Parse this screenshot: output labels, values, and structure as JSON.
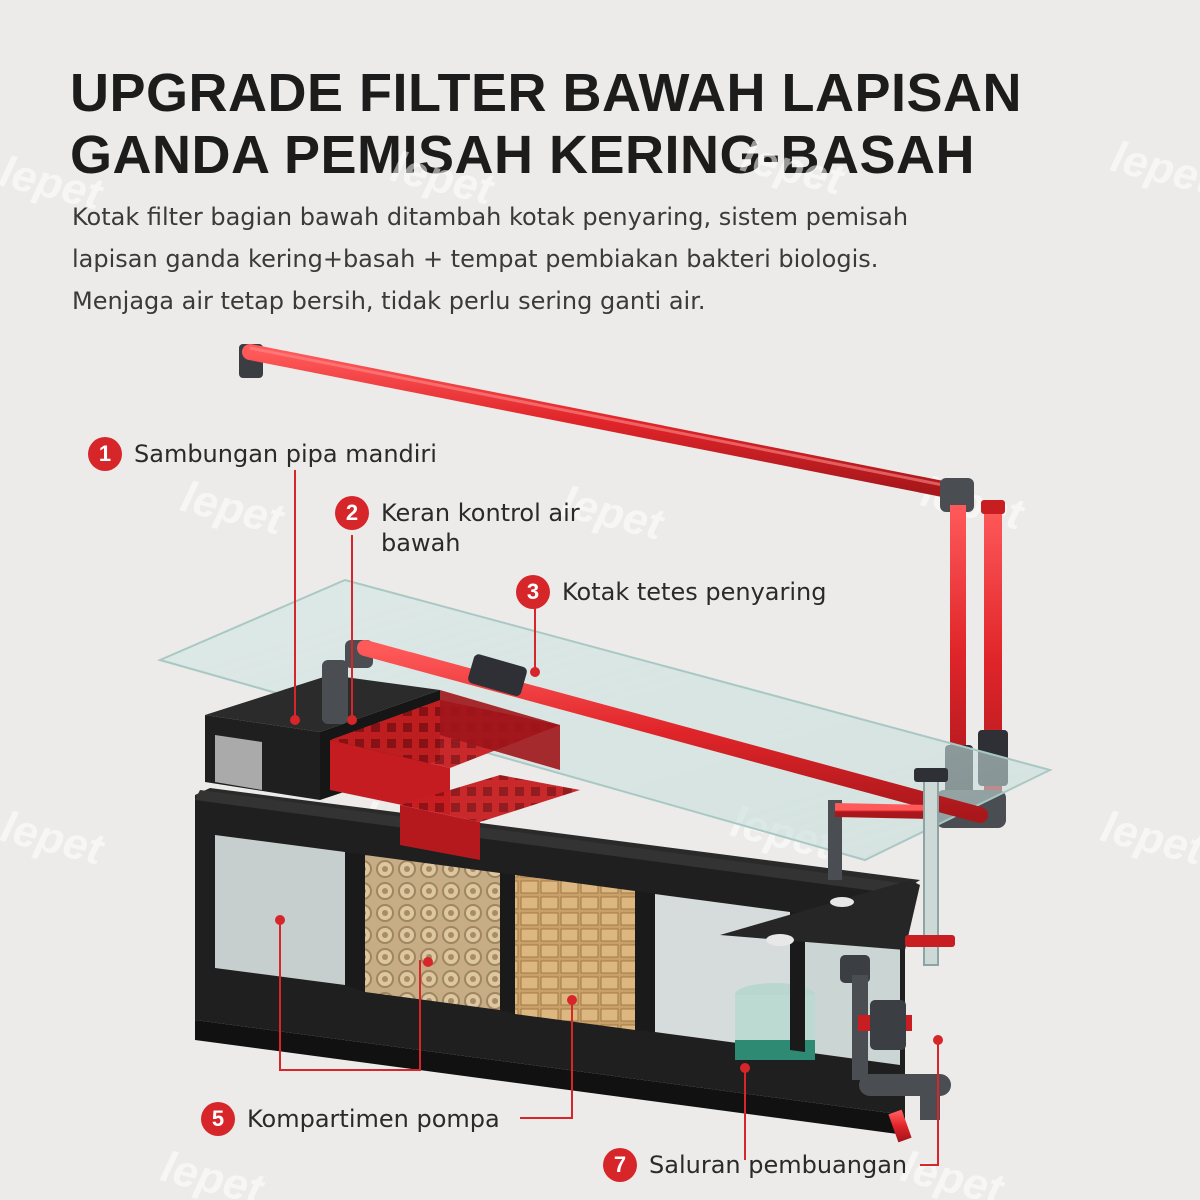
{
  "heading": {
    "line1": "UPGRADE FILTER BAWAH LAPISAN",
    "line2": "GANDA PEMISAH KERING-BASAH"
  },
  "description": {
    "line1": "Kotak filter bagian bawah ditambah kotak penyaring, sistem pemisah",
    "line2": "lapisan ganda kering+basah + tempat pembiakan bakteri biologis.",
    "line3": "Menjaga air tetap bersih, tidak perlu sering ganti air."
  },
  "callouts": [
    {
      "number": "1",
      "label": "Sambungan pipa mandiri"
    },
    {
      "number": "2",
      "line1": "Keran kontrol air",
      "line2": "bawah"
    },
    {
      "number": "3",
      "label": "Kotak tetes penyaring"
    },
    {
      "number": "5",
      "label": "Kompartimen pompa"
    },
    {
      "number": "7",
      "label": "Saluran pembuangan"
    }
  ],
  "watermark": "lepet",
  "colors": {
    "accent": "#d6262a",
    "pipe": "#e0252a",
    "tank_frame": "#1f1f1f",
    "background": "#ecebe9"
  }
}
